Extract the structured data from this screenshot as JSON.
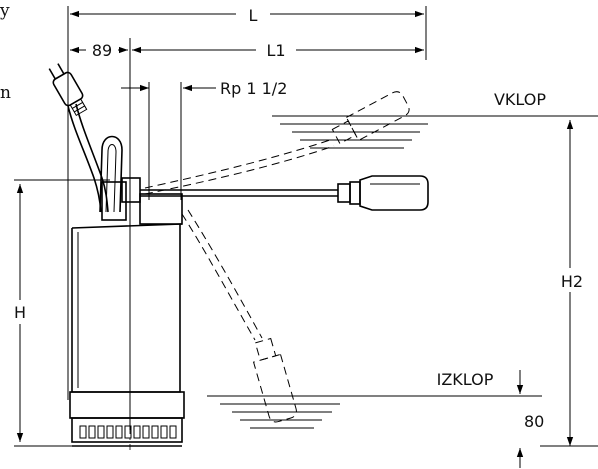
{
  "fragments": {
    "top_left": "y",
    "mid_left": "n"
  },
  "dimensions": {
    "total_length": "L",
    "offset": "89",
    "length_1": "L1",
    "thread": "Rp  1  1/2",
    "pump_height": "H",
    "level_height": "H2",
    "bottom_offset": "80"
  },
  "labels": {
    "switch_on": "VKLOP",
    "switch_off": "IZKLOP"
  }
}
